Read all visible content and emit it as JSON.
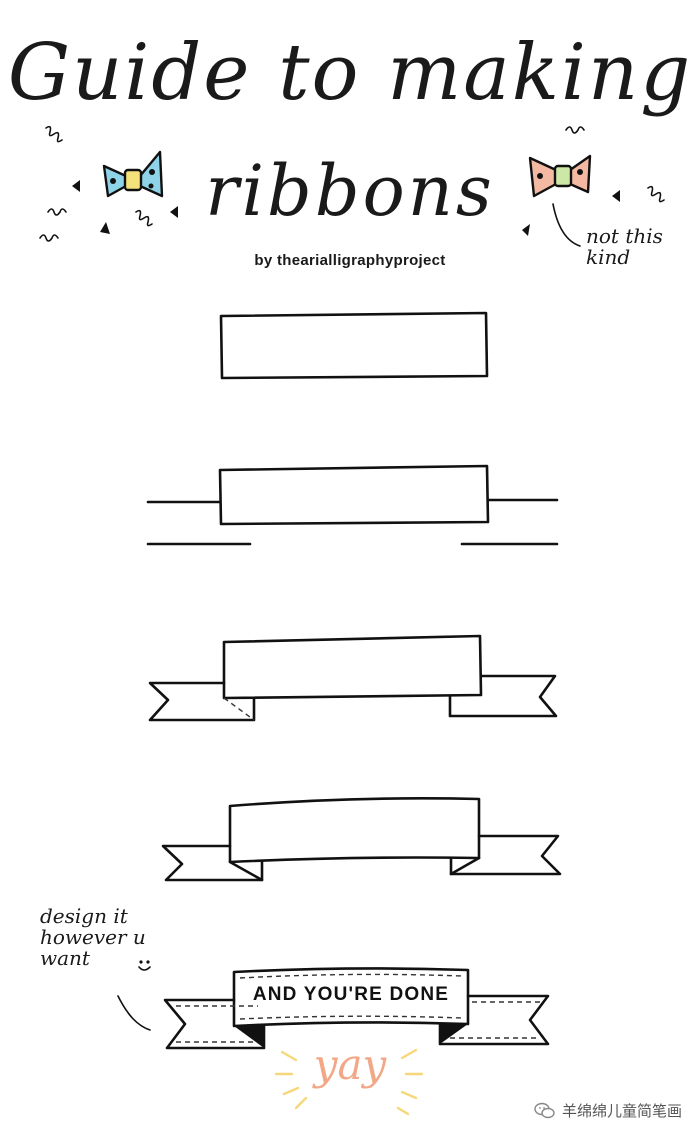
{
  "title": {
    "line1": "Guide to making",
    "line2": "ribbons"
  },
  "byline": "by thearialligraphyproject",
  "notes": {
    "right": "not this kind",
    "left": "design it however u want"
  },
  "steps": {
    "final_label": "AND YOU'RE DONE",
    "celebration": "yay"
  },
  "watermark": "羊绵绵儿童简笔画",
  "colors": {
    "ink": "#111111",
    "bow_blue": "#8fd3e8",
    "bow_yellow": "#f6e27a",
    "bow_pink": "#f4b9a3",
    "bow_green": "#cde8a6",
    "yay": "#f2a787",
    "sparkle": "#f6d77a"
  },
  "icons": [
    "bow-tie-icon",
    "wechat-icon",
    "smiley-icon"
  ]
}
